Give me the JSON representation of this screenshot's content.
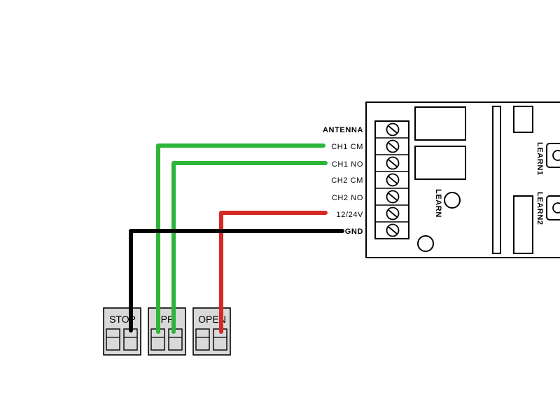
{
  "receiver": {
    "terminals": [
      "ANTENNA",
      "CH1 CM",
      "CH1 NO",
      "CH2 CM",
      "CH2 NO",
      "12/24V",
      "GND"
    ],
    "learn_label": "LEARN",
    "learn1_label": "LEARN1",
    "learn2_label": "LEARN2"
  },
  "control_terminals": {
    "stop_label": "STOP",
    "pp_label": "PP",
    "open_label": "OPEN"
  },
  "wire_colors": {
    "green": "#2db53a",
    "red": "#d42a23",
    "black": "#000000"
  }
}
